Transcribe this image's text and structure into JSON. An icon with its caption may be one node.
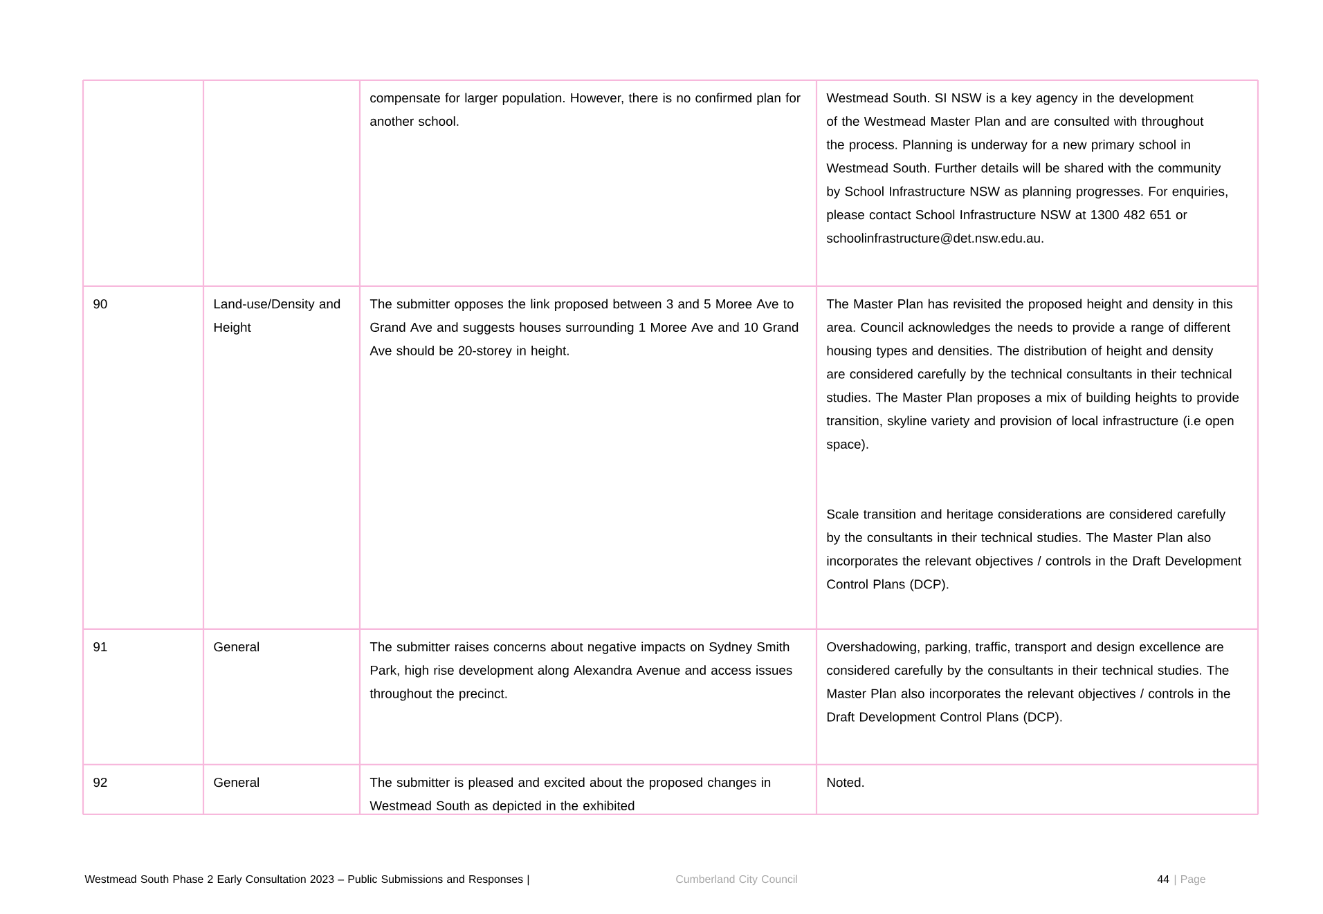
{
  "diagram": {
    "labels": [
      "compensate for larger population. However, there is no confirmed plan for another school.",
      "Westmead South. SI NSW is a key agency in the development of the Westmead Master Plan and are consulted with throughout the process. Planning is underway for a new primary school in Westmead South. Further details will be shared with the community by School Infrastructure NSW as planning progresses. For enquiries, please contact School Infrastructure NSW at 1300 482 651 or schoolinfrastructure@det.nsw.edu.au.",
      "90",
      "Land-use/Density and Height",
      "The submitter opposes the link proposed between 3 and 5 Moree Ave to Grand Ave and suggests houses surrounding 1 Moree Ave and 10 Grand Ave should be 20-storey in height.",
      "The Master Plan has revisited the proposed height and density in this area. Council acknowledges the needs to provide a range of different housing types and densities. The distribution of height and density are considered carefully by the technical consultants in their technical studies. The Master Plan proposes a mix of building heights to provide transition, skyline variety and provision of local infrastructure (i.e open space).",
      "Scale transition and heritage considerations are considered carefully by the consultants in their technical studies. The Master Plan also incorporates the relevant objectives / controls in the Draft Development Control Plans (DCP).",
      "91",
      "General",
      "The submitter raises concerns about negative impacts on Sydney Smith Park, high rise development along Alexandra Avenue and access issues throughout the precinct.",
      "Overshadowing, parking, traffic, transport and design excellence are considered carefully by the consultants in their technical studies. The Master Plan also incorporates the relevant objectives / controls in the Draft Development Control Plans (DCP).",
      "92",
      "General",
      "The submitter is pleased and excited about the proposed changes in Westmead South as depicted in the exhibited",
      "Noted.",
      "Westmead South Phase 2 Early Consultation 2023 – Public Submissions and Responses |",
      "Cumberland City Council",
      "44",
      "| Page"
    ]
  }
}
